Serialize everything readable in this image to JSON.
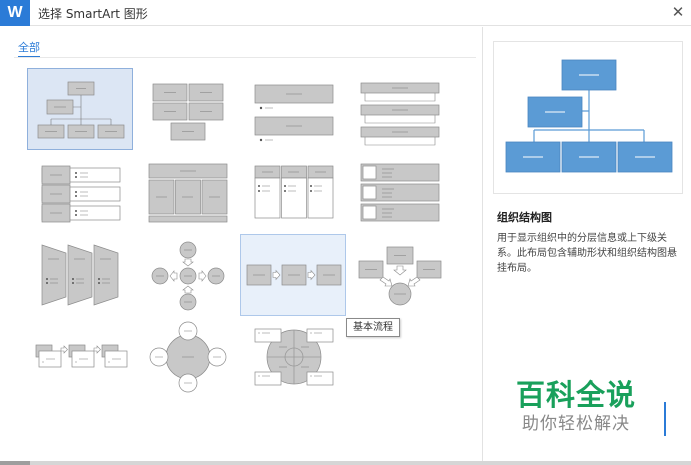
{
  "window": {
    "title": "选择 SmartArt 图形",
    "close_glyph": "✕"
  },
  "categories": [
    {
      "label": "全部",
      "selected": true
    }
  ],
  "gallery": {
    "items": [
      {
        "id": "org-chart",
        "state": "selected"
      },
      {
        "id": "box-hierarchy",
        "state": "normal"
      },
      {
        "id": "bar-list",
        "state": "normal"
      },
      {
        "id": "bracket-list",
        "state": "normal"
      },
      {
        "id": "tabbed-list",
        "state": "normal"
      },
      {
        "id": "table-columns",
        "state": "normal"
      },
      {
        "id": "bullet-columns",
        "state": "normal"
      },
      {
        "id": "picture-list",
        "state": "normal"
      },
      {
        "id": "trapezoid-list",
        "state": "normal"
      },
      {
        "id": "radial-cycle",
        "state": "normal"
      },
      {
        "id": "basic-process",
        "state": "hovered"
      },
      {
        "id": "converging-process",
        "state": "normal"
      },
      {
        "id": "picture-process",
        "state": "normal"
      },
      {
        "id": "circle-hub",
        "state": "normal"
      },
      {
        "id": "circle-cycle",
        "state": "normal"
      }
    ],
    "tooltip": "基本流程"
  },
  "preview": {
    "title": "组织结构图",
    "description": "用于显示组织中的分层信息或上下级关系。此布局包含辅助形状和组织结构图悬挂布局。"
  },
  "watermark": {
    "main": "百科全说",
    "sub": "助你轻松解决"
  },
  "colors": {
    "accent": "#2b7bd7",
    "preview_shape": "#5b9bd5",
    "thumb_shape": "#c8c8c8",
    "watermark_green": "#19a05b"
  },
  "icons": {
    "app": "wps-writer-icon"
  }
}
